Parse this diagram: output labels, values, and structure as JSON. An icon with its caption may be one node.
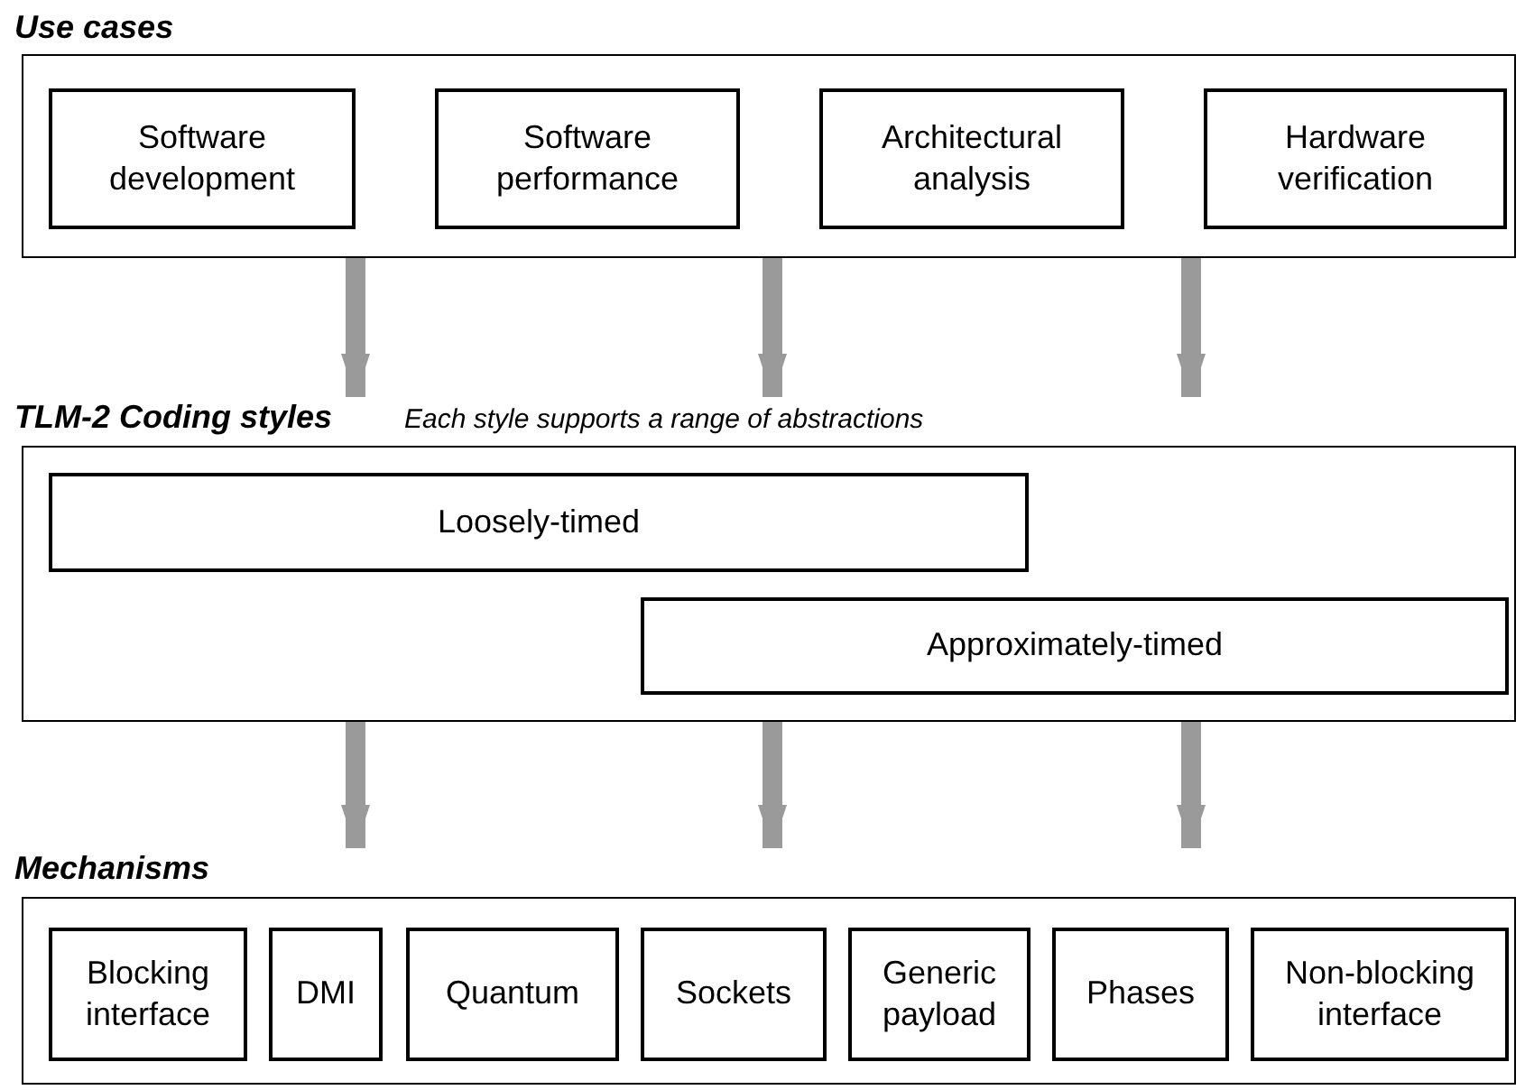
{
  "diagram": {
    "nodes": [
      {
        "text": [
          "Use cases"
        ]
      },
      {
        "text": [
          "Software development"
        ],
        "in": 0
      },
      {
        "text": [
          "Software performance"
        ],
        "in": 0
      },
      {
        "text": [
          "Architectural analysis"
        ],
        "in": 0
      },
      {
        "text": [
          "Hardware verification"
        ],
        "in": 0
      },
      {
        "text": [
          "TLM-2 Coding styles",
          "Each style supports a range of abstractions"
        ]
      },
      {
        "text": [
          "Loosely-timed"
        ],
        "in": 5
      },
      {
        "text": [
          "Approximately-timed"
        ],
        "in": 5
      },
      {
        "text": [
          "Mechanisms"
        ]
      },
      {
        "text": [
          "Blocking interface"
        ],
        "in": 8
      },
      {
        "text": [
          "DMI"
        ],
        "in": 8
      },
      {
        "text": [
          "Quantum"
        ],
        "in": 8
      },
      {
        "text": [
          "Sockets"
        ],
        "in": 8
      },
      {
        "text": [
          "Generic payload"
        ],
        "in": 8
      },
      {
        "text": [
          "Phases"
        ],
        "in": 8
      },
      {
        "text": [
          "Non-blocking interface"
        ],
        "in": 8
      }
    ],
    "edges": [
      {
        "from": 0,
        "to": 5,
        "arrow": "to"
      },
      {
        "from": 0,
        "to": 5,
        "arrow": "to"
      },
      {
        "from": 0,
        "to": 5,
        "arrow": "to"
      },
      {
        "from": 5,
        "to": 8,
        "arrow": "to"
      },
      {
        "from": 5,
        "to": 8,
        "arrow": "to"
      },
      {
        "from": 5,
        "to": 8,
        "arrow": "to"
      }
    ]
  }
}
